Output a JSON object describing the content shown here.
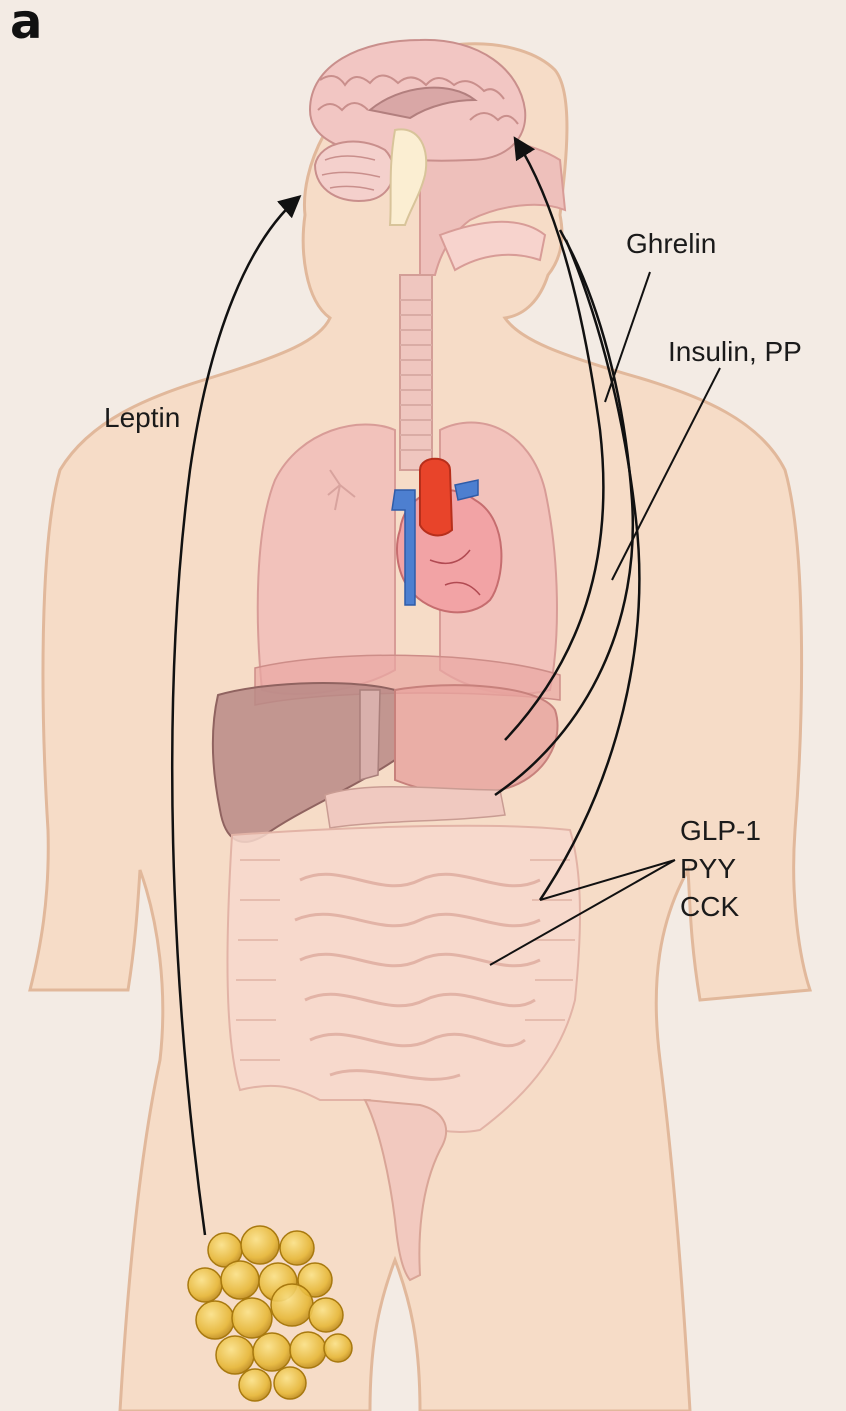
{
  "panel_label": "a",
  "labels": {
    "leptin": "Leptin",
    "ghrelin": "Ghrelin",
    "insulin_pp": "Insulin, PP",
    "gut_hormones": [
      "GLP-1",
      "PYY",
      "CCK"
    ]
  },
  "colors": {
    "background": "#f3ebe4",
    "body": "#f6dcc7",
    "body_outline": "#e1b89b",
    "brain": "#f2c6c3",
    "lungs": "#f2c0bc",
    "liver": "#b98a86",
    "heart": "#e8442a",
    "vessels": "#4d7fd0",
    "intestine": "#f7dcd6",
    "fat": "#e3b93c",
    "arrow": "#111111"
  }
}
